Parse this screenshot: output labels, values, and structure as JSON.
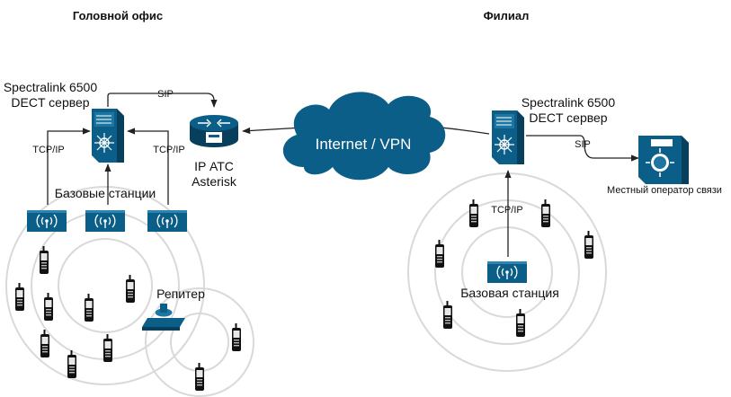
{
  "headers": {
    "head_office": "Головной офис",
    "branch": "Филиал"
  },
  "head_office": {
    "server_label_line1": "Spectralink 6500",
    "server_label_line2": "DECT сервер",
    "sip_label": "SIP",
    "tcpip_left": "TCP/IP",
    "tcpip_right": "TCP/IP",
    "pbx_label_line1": "IP АТС",
    "pbx_label_line2": "Asterisk",
    "base_stations_label": "Базовые станции",
    "repeater_label": "Репитер"
  },
  "cloud": {
    "label": "Internet / VPN"
  },
  "branch": {
    "server_label_line1": "Spectralink 6500",
    "server_label_line2": "DECT сервер",
    "sip_label": "SIP",
    "tcpip_label": "TCP/IP",
    "base_station_label": "Базовая станция",
    "operator_label": "Местный оператор связи"
  },
  "colors": {
    "cisco_blue": "#0b5e87",
    "ring_gray": "#d9d9d9",
    "line": "#222222"
  }
}
